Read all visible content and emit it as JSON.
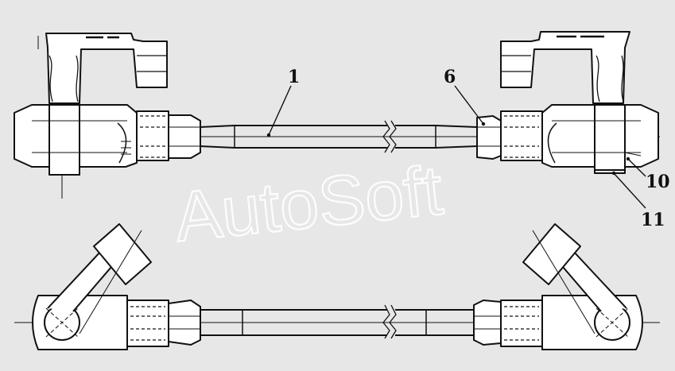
{
  "figure": {
    "background": "#e7e7e7",
    "line_color": "#111111",
    "watermark": {
      "text": "AutoSoft",
      "color": "#ffffff"
    },
    "callouts": [
      {
        "id": "callout-1",
        "label": "1"
      },
      {
        "id": "callout-6",
        "label": "6"
      },
      {
        "id": "callout-10",
        "label": "10"
      },
      {
        "id": "callout-11",
        "label": "11"
      }
    ]
  }
}
